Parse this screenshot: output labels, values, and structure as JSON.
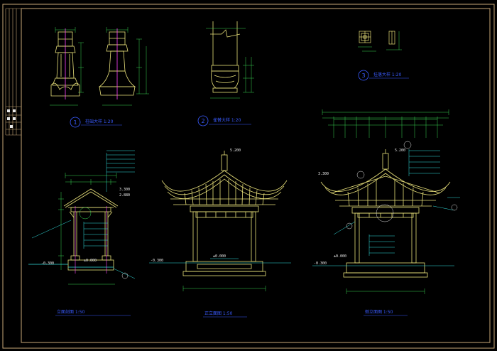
{
  "drawing": {
    "colors": {
      "background": "#000000",
      "frame": "#c8a878",
      "ink_yellow": "#e8e07a",
      "ink_green": "#39d353",
      "ink_cyan": "#33e0e0",
      "ink_white": "#e8e8e8",
      "ink_red": "#ff4040",
      "ink_blue": "#3a5bff",
      "ink_magenta": "#ff44ff"
    },
    "details": [
      {
        "badge": "1",
        "caption": "柱础大样 1:20"
      },
      {
        "badge": "2",
        "caption": "雀替大样 1:20"
      },
      {
        "badge": "3",
        "caption": "挂落大样 1:20"
      }
    ],
    "views": [
      {
        "caption": "立面剖面 1:50"
      },
      {
        "caption": "正立面图 1:50"
      },
      {
        "caption": "侧立面图 1:50"
      }
    ],
    "elevation_marks": [
      "±0.000",
      "-0.300",
      "2.880",
      "3.300",
      "5.200"
    ]
  }
}
